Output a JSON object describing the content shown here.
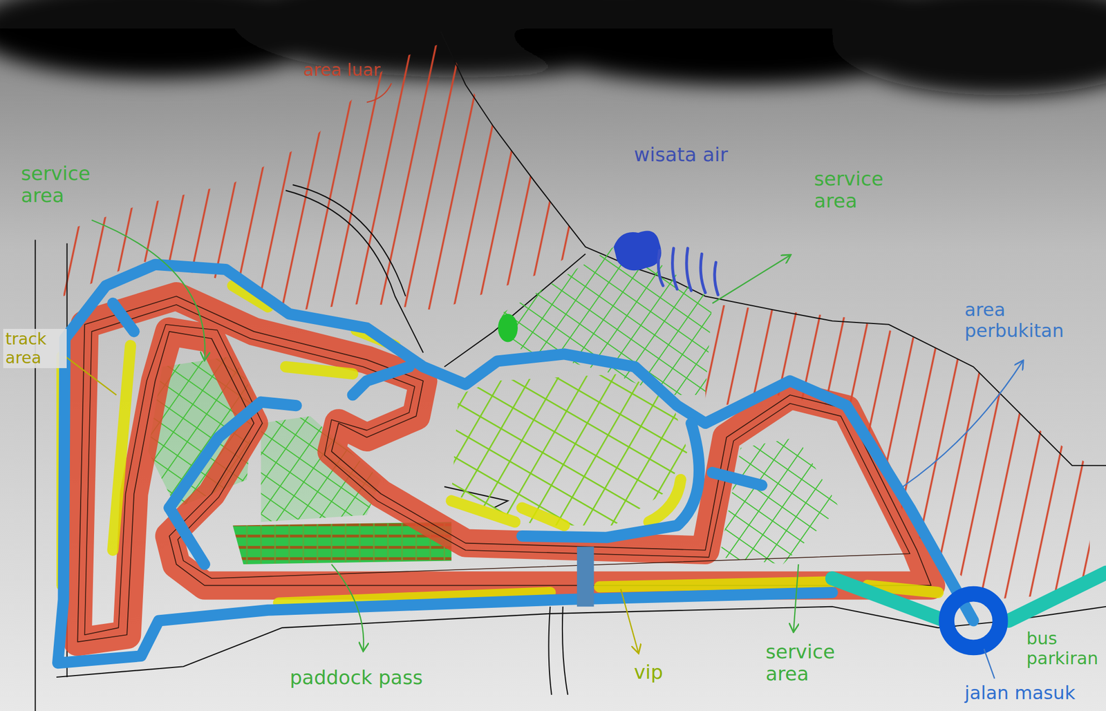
{
  "diagram": {
    "labels": [
      "area luar",
      "service area",
      "wisata air",
      "service area",
      "area perbukitan",
      "track area",
      "paddock pass",
      "vip",
      "service area",
      "jalan masuk",
      "bus parkiran"
    ]
  }
}
